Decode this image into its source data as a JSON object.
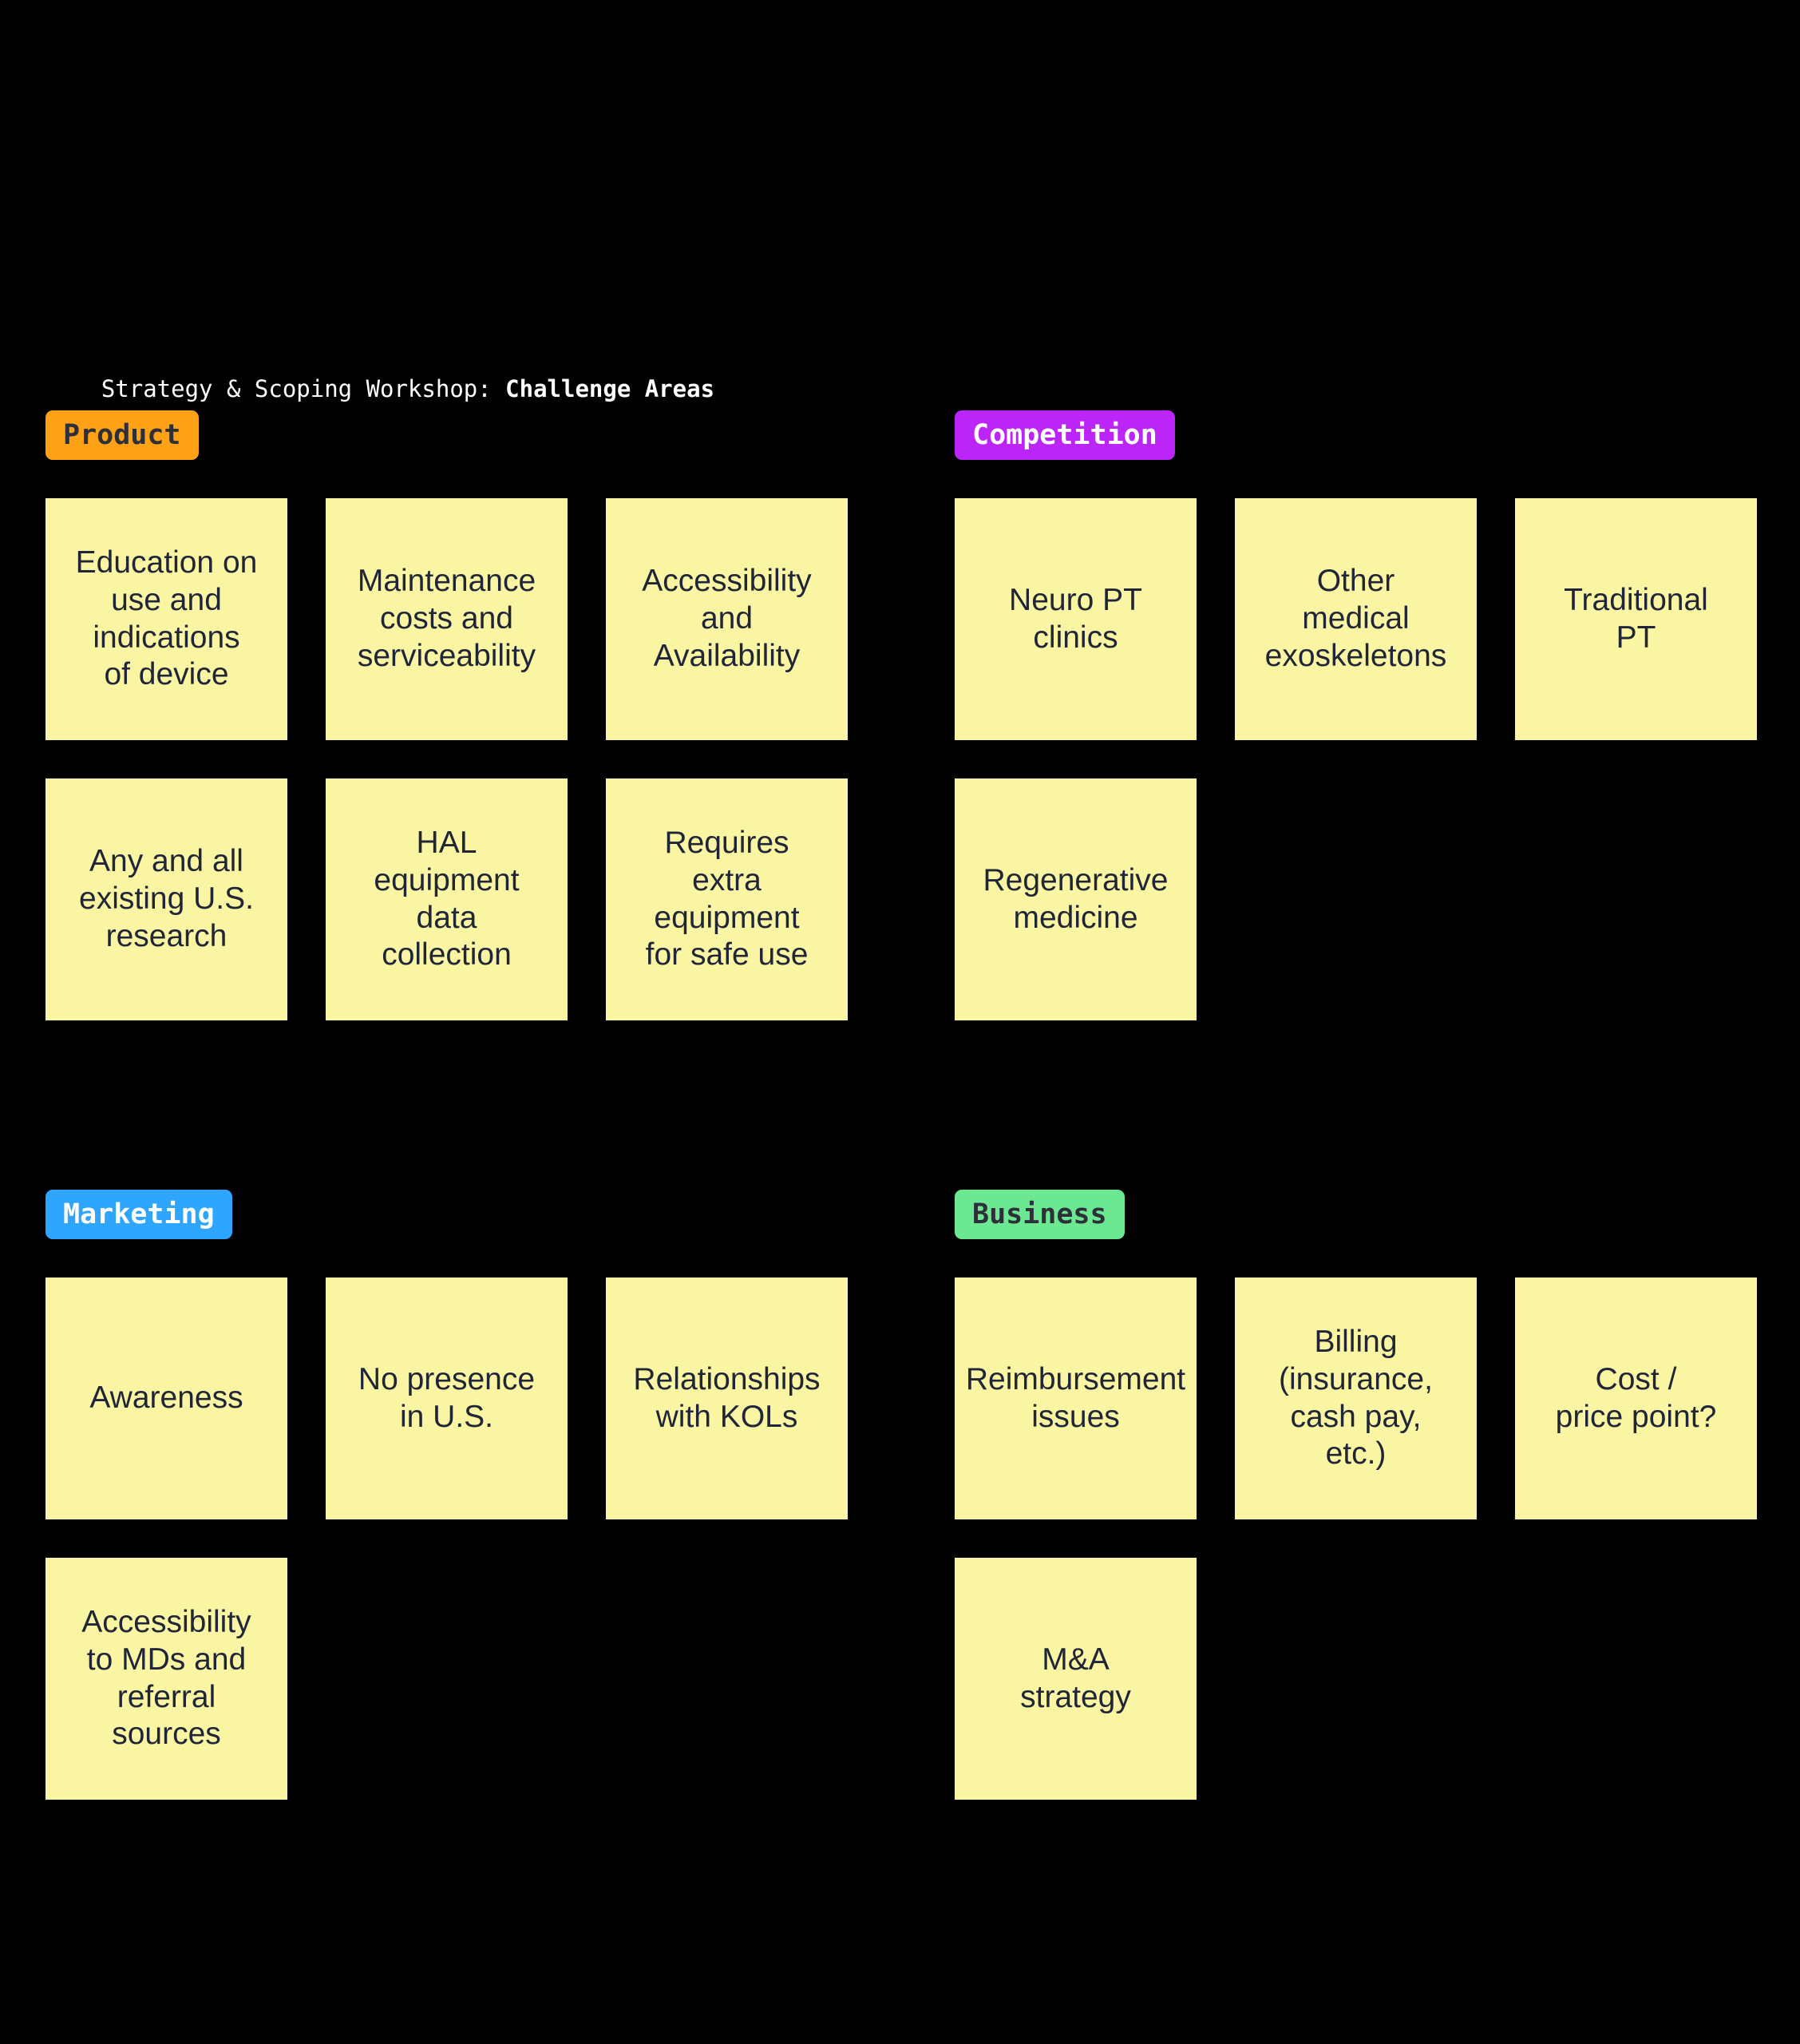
{
  "board": {
    "background": "#000000",
    "sticky_color": "#FAF5A3",
    "sticky_text_color": "#202637"
  },
  "title": {
    "prefix": "Strategy & Scoping Workshop: ",
    "emphasis": "Challenge Areas",
    "color": "#FFFFFF"
  },
  "sections": {
    "product": {
      "label": "Product",
      "label_bg": "#FFA115",
      "label_color": "#2D3039",
      "stickies": [
        "Education on\nuse and\nindications\nof device",
        "Maintenance\ncosts and\nserviceability",
        "Accessibility\nand\nAvailability",
        "Any and all\nexisting U.S.\nresearch",
        "HAL\nequipment\ndata\ncollection",
        "Requires\nextra\nequipment\nfor safe use"
      ]
    },
    "competition": {
      "label": "Competition",
      "label_bg": "#BC25F7",
      "label_color": "#FFFFFF",
      "stickies": [
        "Neuro PT\nclinics",
        "Other\nmedical\nexoskeletons",
        "Traditional\nPT",
        "Regenerative\nmedicine"
      ]
    },
    "marketing": {
      "label": "Marketing",
      "label_bg": "#2EA6FF",
      "label_color": "#FFFFFF",
      "stickies": [
        "Awareness",
        "No presence\nin U.S.",
        "Relationships\nwith KOLs",
        "Accessibility\nto MDs and\nreferral\nsources"
      ]
    },
    "business": {
      "label": "Business",
      "label_bg": "#6CE792",
      "label_color": "#2D3039",
      "stickies": [
        "Reimbursement\nissues",
        "Billing\n(insurance,\ncash pay,\netc.)",
        "Cost /\nprice point?",
        "M&A\nstrategy"
      ]
    }
  }
}
